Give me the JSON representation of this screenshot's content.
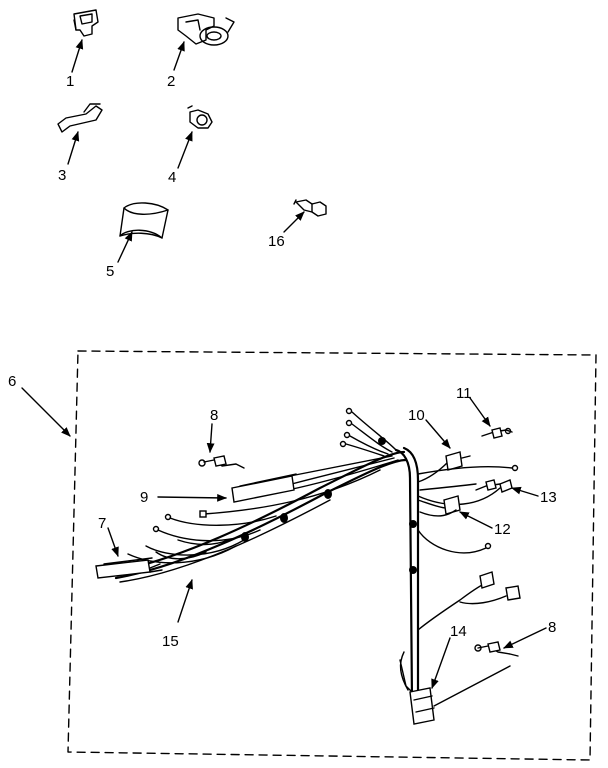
{
  "callouts": {
    "c1": "1",
    "c2": "2",
    "c3": "3",
    "c4": "4",
    "c5": "5",
    "c16": "16",
    "c6": "6",
    "c7": "7",
    "c8a": "8",
    "c8b": "8",
    "c9": "9",
    "c10": "10",
    "c11": "11",
    "c12": "12",
    "c13": "13",
    "c14": "14",
    "c15": "15"
  }
}
